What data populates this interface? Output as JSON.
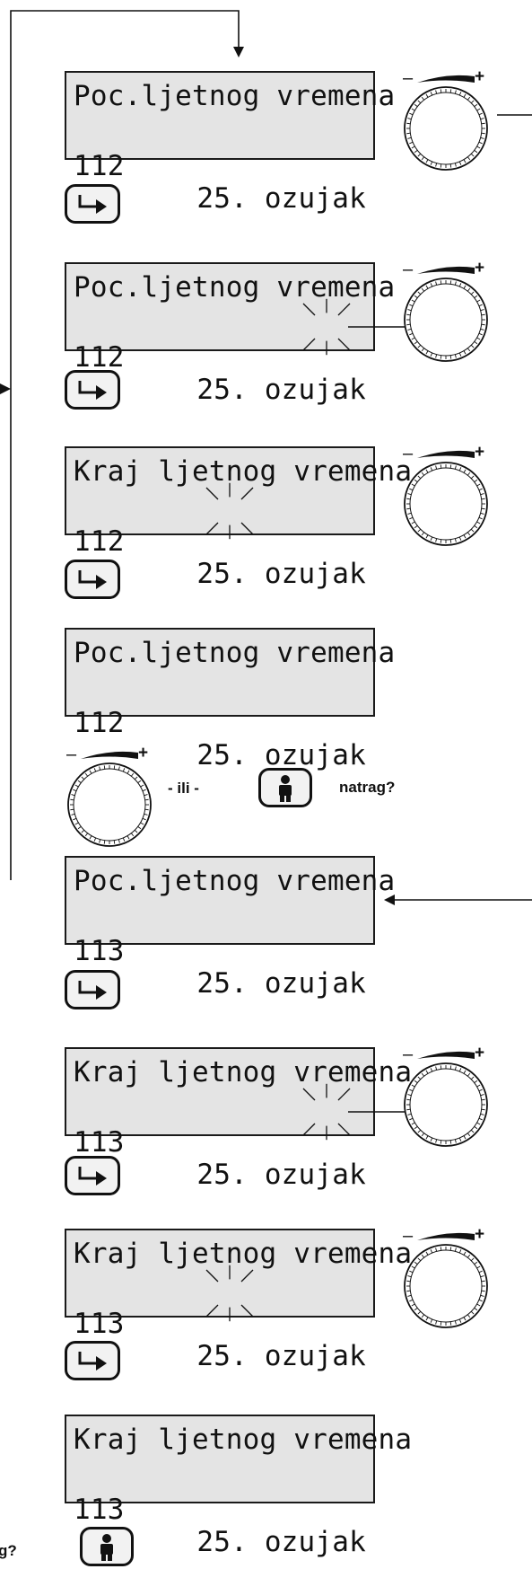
{
  "screens": [
    {
      "line1": "Poc.ljetnog vremena",
      "code": "112",
      "date": "25. ozujak",
      "highlight": "none"
    },
    {
      "line1": "Poc.ljetnog vremena",
      "code": "112",
      "date": "25. ozujak",
      "highlight": "month"
    },
    {
      "line1": "Kraj ljetnog vremena",
      "code": "112",
      "date": "25. ozujak",
      "highlight": "day"
    },
    {
      "line1": "Poc.ljetnog vremena",
      "code": "112",
      "date": "25. ozujak",
      "highlight": "none"
    },
    {
      "line1": "Poc.ljetnog vremena",
      "code": "113",
      "date": "25. ozujak",
      "highlight": "none"
    },
    {
      "line1": "Kraj ljetnog vremena",
      "code": "113",
      "date": "25. ozujak",
      "highlight": "month"
    },
    {
      "line1": "Kraj ljetnog vremena",
      "code": "113",
      "date": "25. ozujak",
      "highlight": "day"
    },
    {
      "line1": "Kraj ljetnog vremena",
      "code": "113",
      "date": "25. ozujak",
      "highlight": "none"
    }
  ],
  "labels": {
    "or": "- ili -",
    "back_prompt": "natrag?",
    "back_prompt_cut": "g?"
  },
  "icons": {
    "enter_key": "enter-arrow-icon",
    "rotary_knob": "rotary-knob-icon",
    "human_key": "person-icon"
  },
  "colors": {
    "lcd_background": "#e4e4e4",
    "line": "#111111"
  }
}
